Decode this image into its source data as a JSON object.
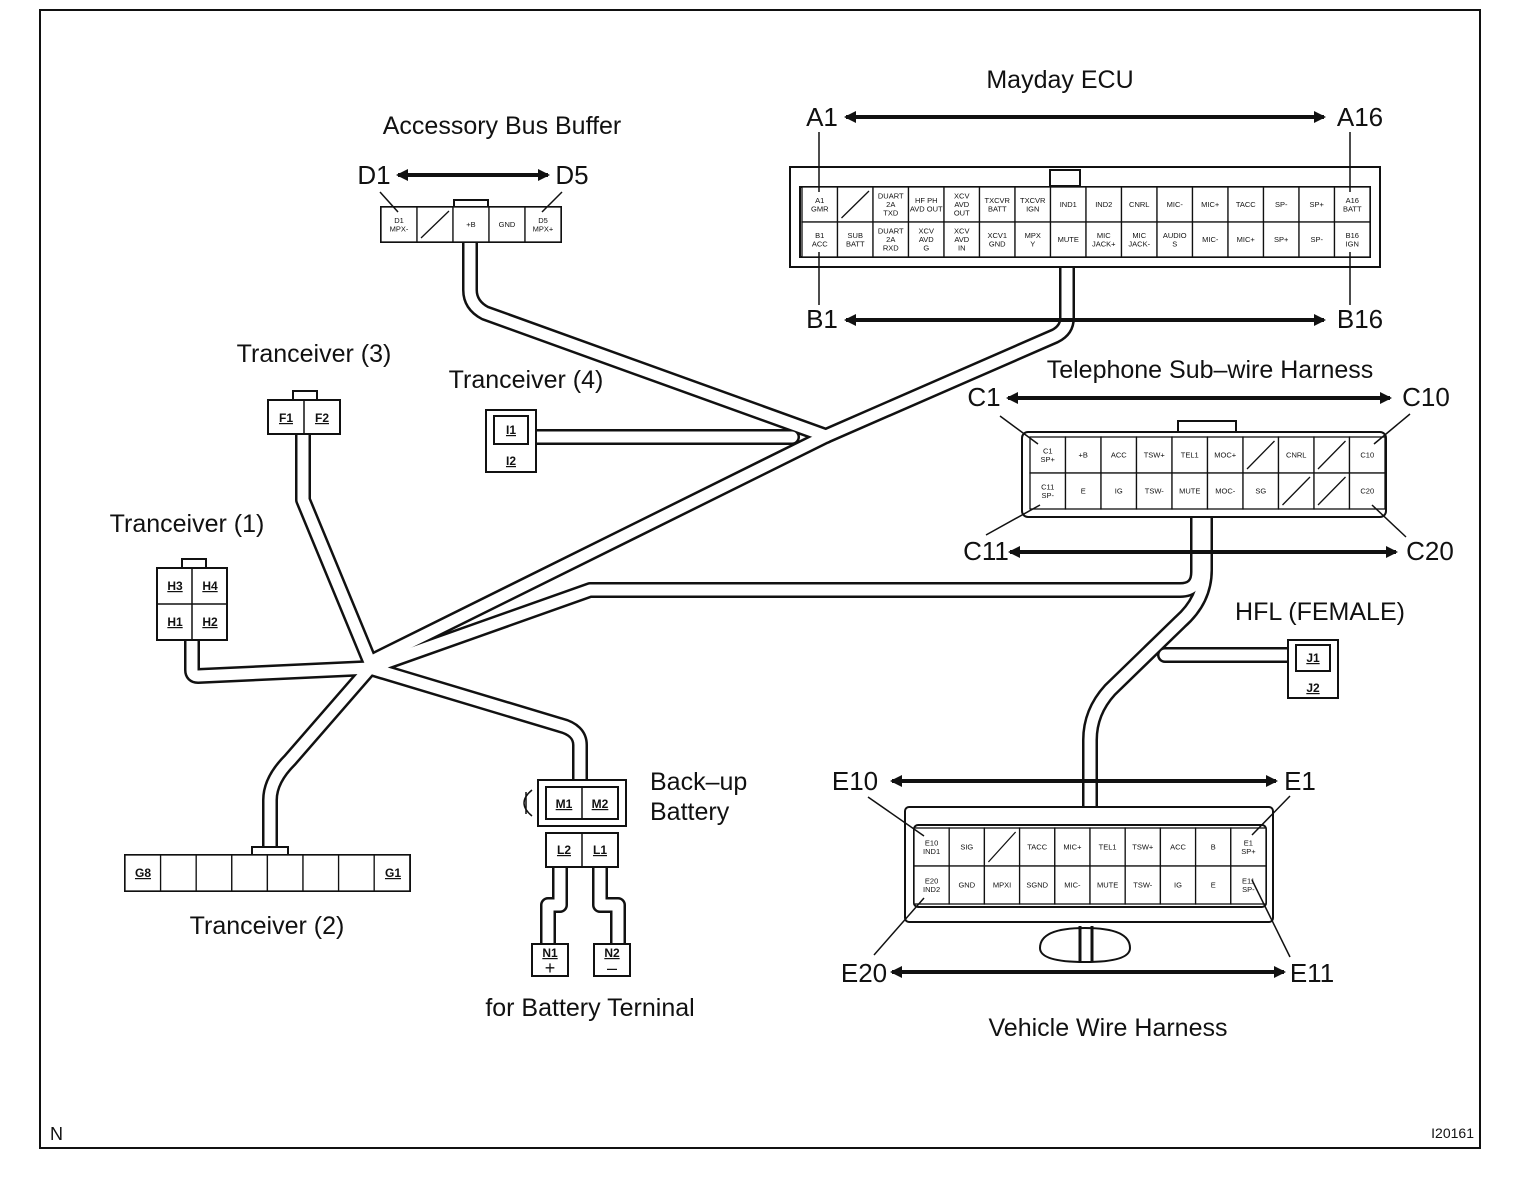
{
  "titles": {
    "mayday_ecu": "Mayday ECU",
    "accessory_bus_buffer": "Accessory Bus Buffer",
    "tranceiver_3": "Tranceiver (3)",
    "tranceiver_4": "Tranceiver (4)",
    "tranceiver_1": "Tranceiver (1)",
    "tranceiver_2": "Tranceiver (2)",
    "telephone_harness": "Telephone Sub–wire Harness",
    "hfl": "HFL (FEMALE)",
    "backup_battery_line1": "Back–up",
    "backup_battery_line2": "Battery",
    "battery_terminal": "for Battery Terninal",
    "vehicle_harness": "Vehicle Wire Harness"
  },
  "refs": {
    "a1": "A1",
    "a16": "A16",
    "b1": "B1",
    "b16": "B16",
    "d1": "D1",
    "d5": "D5",
    "c1": "C1",
    "c10": "C10",
    "c11": "C11",
    "c20": "C20",
    "e10": "E10",
    "e1": "E1",
    "e20": "E20",
    "e11": "E11"
  },
  "mayday_pins": {
    "row_a": [
      "A1 GMR",
      "",
      "DUART 2A TXD",
      "HF PH AVD OUT",
      "XCV AVD OUT",
      "TXCVR BATT",
      "TXCVR IGN",
      "IND1",
      "IND2",
      "CNRL",
      "MIC-",
      "MIC+",
      "TACC",
      "SP-",
      "SP+",
      "A16 BATT"
    ],
    "row_b": [
      "B1 ACC",
      "SUB BATT",
      "DUART 2A RXD",
      "XCV AVD G",
      "XCV AVD IN",
      "XCV1 GND",
      "MPX Y",
      "MUTE",
      "MIC JACK+",
      "MIC JACK-",
      "AUDIO S",
      "MIC-",
      "MIC+",
      "SP+",
      "SP-",
      "B16 IGN"
    ]
  },
  "bus_pins": [
    "D1 MPX-",
    "",
    "+B",
    "GND",
    "D5 MPX+"
  ],
  "tel_pins": {
    "row_top": [
      "C1 SP+",
      "+B",
      "ACC",
      "TSW+",
      "TEL1",
      "MOC+",
      "",
      "CNRL",
      "",
      "C10"
    ],
    "row_bot": [
      "C11 SP-",
      "E",
      "IG",
      "TSW-",
      "MUTE",
      "MOC-",
      "SG",
      "",
      "",
      "C20"
    ]
  },
  "veh_pins": {
    "row_top": [
      "E10 IND1",
      "SIG",
      "",
      "TACC",
      "MIC+",
      "TEL1",
      "TSW+",
      "ACC",
      "B",
      "E1 SP+"
    ],
    "row_bot": [
      "E20 IND2",
      "GND",
      "MPXI",
      "SGND",
      "MIC-",
      "MUTE",
      "TSW-",
      "IG",
      "E",
      "E11 SP-"
    ]
  },
  "small_pins": {
    "f1": "F1",
    "f2": "F2",
    "i1": "I1",
    "i2": "I2",
    "h3": "H3",
    "h4": "H4",
    "h1": "H1",
    "h2": "H2",
    "g8": "G8",
    "g1": "G1",
    "m1": "M1",
    "m2": "M2",
    "l2": "L2",
    "l1": "L1",
    "n1": "N1",
    "n1_sign": "+",
    "n2": "N2",
    "n2_sign": "–",
    "j1": "J1",
    "j2": "J2"
  },
  "corner": {
    "left": "N",
    "right": "I20161"
  }
}
